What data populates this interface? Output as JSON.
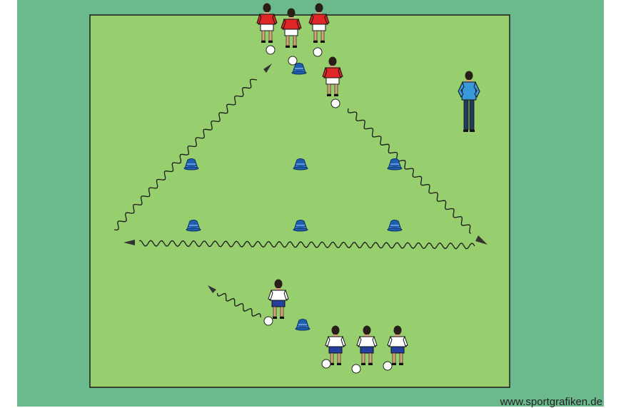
{
  "credit": "www.sportgrafiken.de",
  "colors": {
    "outer": "#6bb98c",
    "pitch": "#97cf6e",
    "line": "#1a1a1a",
    "cone": "#1f5fb0",
    "team_red": "#e02626",
    "team_white": "#ffffff",
    "shorts_blue": "#243f9e",
    "coach": "#3a9ad9",
    "coach_pants": "#233a5a",
    "ball": "#ffffff"
  },
  "drill": {
    "red_players_total": 4,
    "white_players_total": 4,
    "cones_total": 8,
    "balls_total": 8,
    "coaches_total": 1
  }
}
